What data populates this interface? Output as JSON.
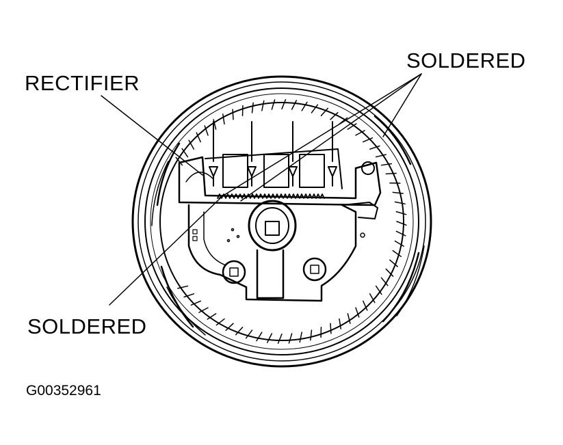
{
  "labels": {
    "rectifier": "RECTIFIER",
    "soldered_top": "SOLDERED",
    "soldered_bottom": "SOLDERED"
  },
  "figure_id": "G00352961"
}
